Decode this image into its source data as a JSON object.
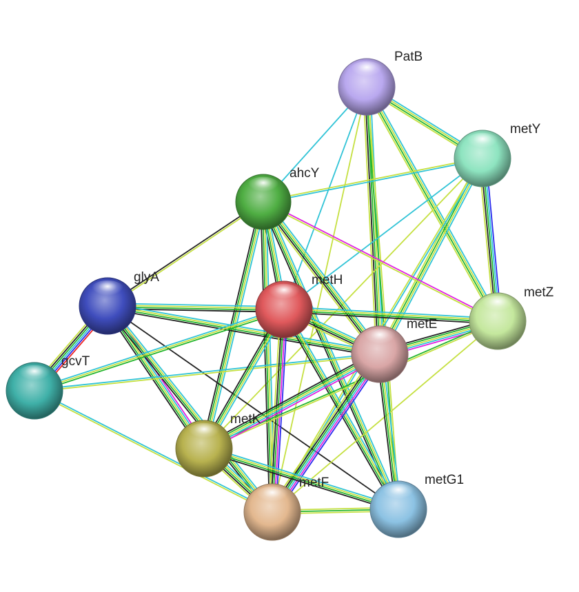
{
  "network": {
    "nodes": [
      {
        "id": "PatB",
        "label": "PatB",
        "color": "#b9a8ef"
      },
      {
        "id": "metY",
        "label": "metY",
        "color": "#8ee4c0"
      },
      {
        "id": "ahcY",
        "label": "ahcY",
        "color": "#4fae43"
      },
      {
        "id": "metH",
        "label": "metH",
        "color": "#e0595c"
      },
      {
        "id": "metZ",
        "label": "metZ",
        "color": "#c4e79d"
      },
      {
        "id": "glyA",
        "label": "glyA",
        "color": "#3f4dbd"
      },
      {
        "id": "metE",
        "label": "metE",
        "color": "#d9a6a6"
      },
      {
        "id": "gcvT",
        "label": "gcvT",
        "color": "#3fb0a8"
      },
      {
        "id": "metK",
        "label": "metK",
        "color": "#b8b24f"
      },
      {
        "id": "metF",
        "label": "metF",
        "color": "#e3b88f"
      },
      {
        "id": "metG1",
        "label": "metG1",
        "color": "#8cc2e3"
      }
    ],
    "edge_colors": {
      "cyan": "#2fc3d6",
      "yellowgreen": "#c5e040",
      "green": "#23b52c",
      "black": "#222222",
      "magenta": "#e020e0",
      "blue": "#2a2aee",
      "red": "#ee2222"
    },
    "edges": [
      {
        "source": "PatB",
        "target": "metY",
        "colors": [
          "cyan",
          "yellowgreen",
          "green",
          "yellowgreen"
        ]
      },
      {
        "source": "PatB",
        "target": "ahcY",
        "colors": [
          "cyan"
        ]
      },
      {
        "source": "PatB",
        "target": "metH",
        "colors": [
          "cyan"
        ]
      },
      {
        "source": "PatB",
        "target": "metE",
        "colors": [
          "cyan",
          "yellowgreen",
          "green",
          "black",
          "yellowgreen"
        ]
      },
      {
        "source": "PatB",
        "target": "metZ",
        "colors": [
          "cyan",
          "yellowgreen",
          "green",
          "yellowgreen"
        ]
      },
      {
        "source": "PatB",
        "target": "metF",
        "colors": [
          "yellowgreen"
        ]
      },
      {
        "source": "PatB",
        "target": "metG1",
        "colors": [
          "yellowgreen",
          "green"
        ]
      },
      {
        "source": "metY",
        "target": "ahcY",
        "colors": [
          "cyan",
          "yellowgreen"
        ]
      },
      {
        "source": "metY",
        "target": "metZ",
        "colors": [
          "blue",
          "cyan",
          "green",
          "black",
          "yellowgreen"
        ]
      },
      {
        "source": "metY",
        "target": "metE",
        "colors": [
          "cyan",
          "yellowgreen",
          "green",
          "yellowgreen"
        ]
      },
      {
        "source": "metY",
        "target": "metH",
        "colors": [
          "cyan"
        ]
      },
      {
        "source": "metY",
        "target": "metK",
        "colors": [
          "yellowgreen"
        ]
      },
      {
        "source": "metY",
        "target": "metF",
        "colors": [
          "cyan",
          "yellowgreen"
        ]
      },
      {
        "source": "ahcY",
        "target": "glyA",
        "colors": [
          "yellowgreen",
          "black"
        ]
      },
      {
        "source": "ahcY",
        "target": "metH",
        "colors": [
          "cyan",
          "yellowgreen",
          "green",
          "black"
        ]
      },
      {
        "source": "ahcY",
        "target": "metE",
        "colors": [
          "cyan",
          "yellowgreen",
          "green",
          "black",
          "yellowgreen"
        ]
      },
      {
        "source": "ahcY",
        "target": "metZ",
        "colors": [
          "magenta",
          "yellowgreen"
        ]
      },
      {
        "source": "ahcY",
        "target": "metK",
        "colors": [
          "cyan",
          "yellowgreen",
          "green",
          "black"
        ]
      },
      {
        "source": "ahcY",
        "target": "metF",
        "colors": [
          "cyan",
          "yellowgreen",
          "green",
          "black"
        ]
      },
      {
        "source": "ahcY",
        "target": "metG1",
        "colors": [
          "cyan",
          "yellowgreen",
          "green",
          "black"
        ]
      },
      {
        "source": "glyA",
        "target": "gcvT",
        "colors": [
          "red",
          "blue",
          "cyan",
          "green",
          "black",
          "yellowgreen"
        ]
      },
      {
        "source": "glyA",
        "target": "metH",
        "colors": [
          "cyan",
          "yellowgreen",
          "green",
          "black"
        ]
      },
      {
        "source": "glyA",
        "target": "metE",
        "colors": [
          "cyan",
          "yellowgreen",
          "green",
          "black"
        ]
      },
      {
        "source": "glyA",
        "target": "metK",
        "colors": [
          "magenta",
          "cyan",
          "yellowgreen",
          "green",
          "black"
        ]
      },
      {
        "source": "glyA",
        "target": "metF",
        "colors": [
          "cyan",
          "yellowgreen",
          "green",
          "black"
        ]
      },
      {
        "source": "glyA",
        "target": "metG1",
        "colors": [
          "black"
        ]
      },
      {
        "source": "gcvT",
        "target": "metH",
        "colors": [
          "cyan",
          "yellowgreen",
          "green"
        ]
      },
      {
        "source": "gcvT",
        "target": "metE",
        "colors": [
          "cyan",
          "yellowgreen"
        ]
      },
      {
        "source": "gcvT",
        "target": "metF",
        "colors": [
          "cyan",
          "yellowgreen"
        ]
      },
      {
        "source": "metH",
        "target": "metE",
        "colors": [
          "cyan",
          "yellowgreen",
          "green",
          "black",
          "yellowgreen"
        ]
      },
      {
        "source": "metH",
        "target": "metZ",
        "colors": [
          "cyan",
          "yellowgreen",
          "green",
          "black"
        ]
      },
      {
        "source": "metH",
        "target": "metK",
        "colors": [
          "cyan",
          "yellowgreen",
          "green",
          "black"
        ]
      },
      {
        "source": "metH",
        "target": "metF",
        "colors": [
          "blue",
          "magenta",
          "green",
          "black",
          "yellowgreen"
        ]
      },
      {
        "source": "metH",
        "target": "metG1",
        "colors": [
          "cyan",
          "yellowgreen",
          "green",
          "black"
        ]
      },
      {
        "source": "metZ",
        "target": "metE",
        "colors": [
          "magenta",
          "cyan",
          "yellowgreen",
          "green",
          "black"
        ]
      },
      {
        "source": "metZ",
        "target": "metK",
        "colors": [
          "yellowgreen",
          "green"
        ]
      },
      {
        "source": "metZ",
        "target": "metF",
        "colors": [
          "yellowgreen"
        ]
      },
      {
        "source": "metE",
        "target": "metK",
        "colors": [
          "magenta",
          "cyan",
          "yellowgreen",
          "green",
          "black"
        ]
      },
      {
        "source": "metE",
        "target": "metF",
        "colors": [
          "blue",
          "magenta",
          "cyan",
          "green",
          "black",
          "yellowgreen"
        ]
      },
      {
        "source": "metE",
        "target": "metG1",
        "colors": [
          "cyan",
          "yellowgreen",
          "green",
          "black"
        ]
      },
      {
        "source": "metK",
        "target": "metF",
        "colors": [
          "cyan",
          "yellowgreen",
          "green",
          "black",
          "yellowgreen"
        ]
      },
      {
        "source": "metK",
        "target": "metG1",
        "colors": [
          "cyan",
          "yellowgreen",
          "green",
          "black"
        ]
      },
      {
        "source": "metF",
        "target": "metG1",
        "colors": [
          "yellowgreen",
          "green",
          "yellowgreen"
        ]
      }
    ]
  },
  "watermark": ""
}
